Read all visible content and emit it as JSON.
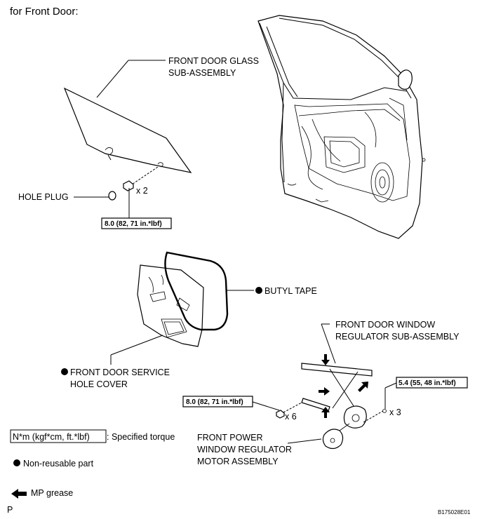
{
  "title": "for Front Door:",
  "labels": {
    "glass_line1": "FRONT DOOR GLASS",
    "glass_line2": "SUB-ASSEMBLY",
    "hole_plug": "HOLE PLUG",
    "glass_bolt_qty": "x 2",
    "glass_torque": "8.0 (82, 71 in.*lbf)",
    "butyl_tape": "BUTYL TAPE",
    "service_cover_line1": "FRONT DOOR SERVICE",
    "service_cover_line2": "HOLE COVER",
    "regulator_line1": "FRONT DOOR WINDOW",
    "regulator_line2": "REGULATOR SUB-ASSEMBLY",
    "regulator_torque": "5.4 (55, 48 in.*lbf)",
    "regulator_nut_qty": "x 3",
    "regulator_bolt_torque": "8.0 (82, 71 in.*lbf)",
    "regulator_bolt_qty": "x 6",
    "motor_line1": "FRONT POWER",
    "motor_line2": "WINDOW REGULATOR",
    "motor_line3": "MOTOR ASSEMBLY"
  },
  "legend": {
    "torque_unit": "N*m (kgf*cm, ft.*lbf)",
    "torque_desc": ": Specified torque",
    "non_reusable": "Non-reusable part",
    "grease": "MP grease"
  },
  "footer": {
    "page_letter": "P",
    "figure_code": "B175028E01"
  }
}
